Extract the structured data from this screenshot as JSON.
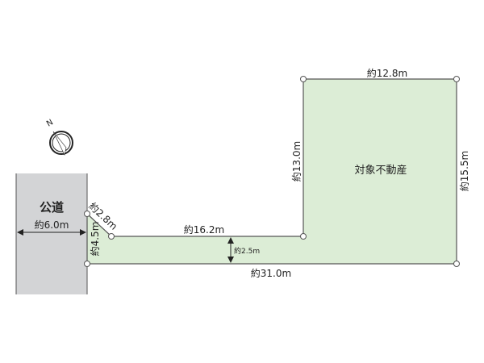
{
  "road": {
    "label": "公道",
    "width_label": "約6.0m",
    "color": "#d3d4d6"
  },
  "property": {
    "label": "対象不動産",
    "color": "#dcedd6"
  },
  "dimensions": {
    "top": "約12.8m",
    "right": "約15.5m",
    "inner_left": "約13.0m",
    "strip_top": "約16.2m",
    "strip_width": "約2.5m",
    "bottom": "約31.0m",
    "diagonal": "約2.8m",
    "frontage": "約4.5m"
  },
  "compass": {
    "label": "N",
    "icon": "north-arrow-icon"
  }
}
